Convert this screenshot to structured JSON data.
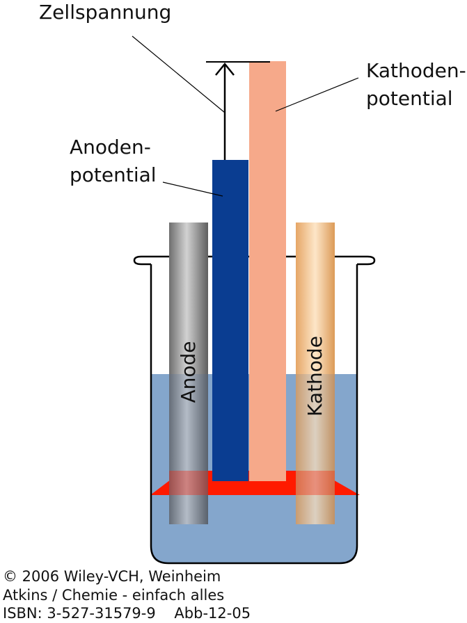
{
  "labels": {
    "cell_voltage": "Zellspannung",
    "cathode_potential_1": "Kathoden-",
    "cathode_potential_2": "potential",
    "anode_potential_1": "Anoden-",
    "anode_potential_2": "potential",
    "anode": "Anode",
    "cathode": "Kathode"
  },
  "credits": {
    "line1": "© 2006 Wiley-VCH, Weinheim",
    "line2": "Atkins / Chemie - einfach alles",
    "line3": "ISBN: 3-527-31579-9    Abb-12-05"
  },
  "colors": {
    "anode_potential_bar": "#0a3d91",
    "cathode_potential_bar": "#f6a98a",
    "electrolyte": "#84a6cc",
    "reference_level": "#ff1a00",
    "anode_rod": "#8f8f8f",
    "cathode_rod": "#f2bf86"
  }
}
